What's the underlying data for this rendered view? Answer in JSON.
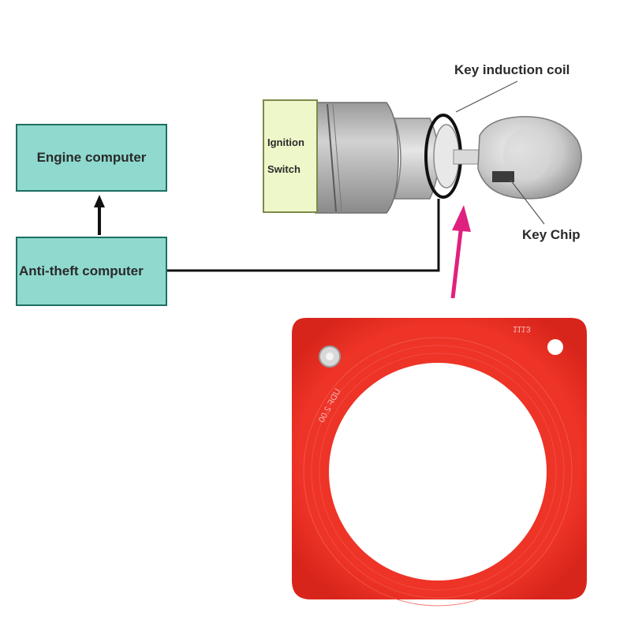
{
  "diagram": {
    "engine_computer_label": "Engine computer",
    "antitheft_computer_label": "Anti-theft computer",
    "ignition_switch_label_line1": "Ignition",
    "ignition_switch_label_line2": "Switch",
    "key_induction_coil_label": "Key induction coil",
    "key_chip_label": "Key Chip"
  },
  "pcb": {
    "silkscreen_version": "UDF 2.00",
    "silkscreen_code": "1113"
  },
  "colors": {
    "box_fill": "#8fd9cf",
    "box_border": "#1e6f62",
    "ignition_fill": "#eef7c9",
    "arrow_magenta": "#e0207f",
    "pcb_red": "#ec2f23"
  }
}
